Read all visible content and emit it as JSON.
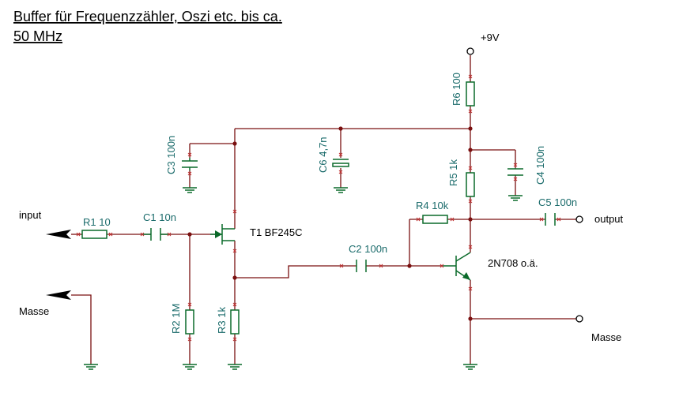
{
  "title": {
    "line1": "Buffer für Frequenzzähler, Oszi etc. bis ca. ",
    "line2": "50 MHz"
  },
  "colors": {
    "wire": "#7a1010",
    "component": "#0a6a2a",
    "component_label": "#1a6b6b",
    "terminal": "#000000"
  },
  "supply": {
    "label": "+9V"
  },
  "terminals": {
    "input": "input",
    "masse_left": "Masse",
    "output": "output",
    "masse_right": "Masse"
  },
  "components": {
    "r1": "R1 10",
    "c1": "C1 10n",
    "t1": "T1 BF245C",
    "c2": "C2 100n",
    "r2": "R2 1M",
    "r3": "R3 1k",
    "c3": "C3 100n",
    "c6": "C6 4,7n",
    "r6": "R6 100",
    "r5": "R5 1k",
    "c4": "C4 100n",
    "r4": "R4 10k",
    "c5": "C5 100n",
    "t2": "2N708 o.ä."
  }
}
